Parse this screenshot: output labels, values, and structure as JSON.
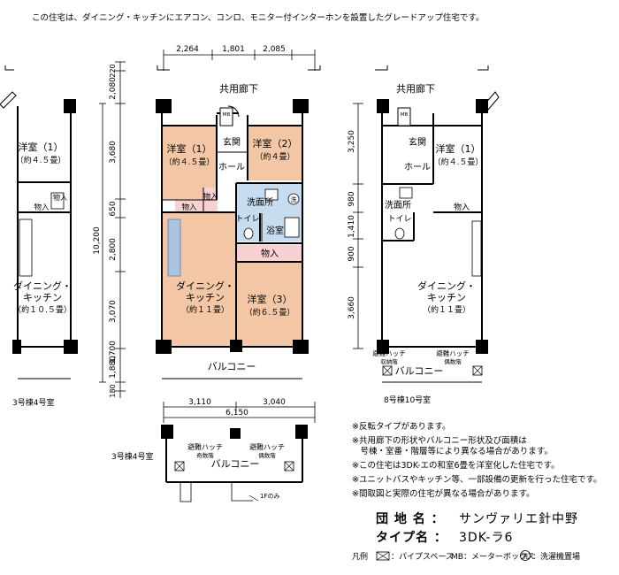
{
  "headline": "この住宅は、ダイニング・キッチンにエアコン、コンロ、モニター付インターホンを設置したグレードアップ住宅です。",
  "dimensions": {
    "top": [
      "2,264",
      "1,801",
      "2,085"
    ],
    "bottom": [
      "3,110",
      "3,040"
    ],
    "bottom_total": "6,150",
    "left": [
      "2,080",
      "3,680",
      "650",
      "2,800",
      "3,070",
      "1,880"
    ],
    "left_extra": [
      "220",
      "1,700",
      "180"
    ],
    "total_height": "10,200",
    "right": [
      "3,250",
      "980",
      "1,410",
      "900",
      "3,660"
    ]
  },
  "plan": {
    "corridor": "共用廊下",
    "rooms": {
      "western1": "洋室（1）",
      "western1_size": "（約４.５畳）",
      "western2": "洋室（2）",
      "western2_size": "（約４畳）",
      "western3": "洋室（3）",
      "western3_size": "（約６.５畳）",
      "entrance": "玄関",
      "hall": "ホール",
      "closet": "物入",
      "washroom": "洗面所",
      "toilet": "トイレ",
      "bath": "浴室",
      "dk": "ダイニング・",
      "dk2": "キッチン",
      "dk_size": "（約１１畳）"
    },
    "mb": "MB",
    "wash_mark": "洗",
    "balcony": "バルコニー"
  },
  "left_unit": {
    "western": "洋室（1）",
    "western_size": "（約４.５畳）",
    "closet": "物入",
    "closet2": "物入",
    "dk": "ダイニング・",
    "dk2": "キッチン",
    "dk_size": "（約１０.５畳）",
    "caption": "3号棟4号室"
  },
  "right_unit": {
    "corridor": "共用廊下",
    "mb": "MB",
    "entrance": "玄関",
    "hall": "ホール",
    "western": "洋室（1）",
    "western_size": "（約４.５畳）",
    "washroom": "洗面所",
    "toilet": "トイレ",
    "closet": "物入",
    "dk": "ダイニング・",
    "dk2": "キッチン",
    "dk_size": "（約１１畳）",
    "hatch_up": "避難ハッチ",
    "hatch_up_sub": "収納階",
    "hatch_down": "避難ハッチ",
    "hatch_down_sub": "偶数階",
    "balcony": "バルコニー",
    "caption": "8号棟10号室"
  },
  "balcony_variant": {
    "caption": "3号棟4号室",
    "hatch_up": "避難ハッチ",
    "hatch_up_sub": "奇数階",
    "hatch_down": "避難ハッチ",
    "hatch_down_sub": "偶数階",
    "balcony": "バルコニー",
    "note_1f": "1Fのみ"
  },
  "notes": [
    "※反転タイプがあります。",
    "※共用廊下の形状やバルコニー形状及び面積は",
    "　号棟・室番・階層等により異なる場合があります。",
    "※この住宅は3DK-エの和室6畳を洋室化した住宅です。",
    "※ユニットバスやキッチン等、一部設備の更新を行った住宅です。",
    "※間取図と実際の住宅が異なる場合があります。"
  ],
  "estate_label": "団 地 名 ：",
  "estate_name": "サンヴァリエ針中野",
  "type_label": "タイプ名 ：",
  "type_name": "3DK-ラ6",
  "legend": {
    "label": "凡例",
    "ps": "：パイプスペース",
    "mb": "MB：メーターボックス",
    "wash": "：洗濯機置場"
  }
}
